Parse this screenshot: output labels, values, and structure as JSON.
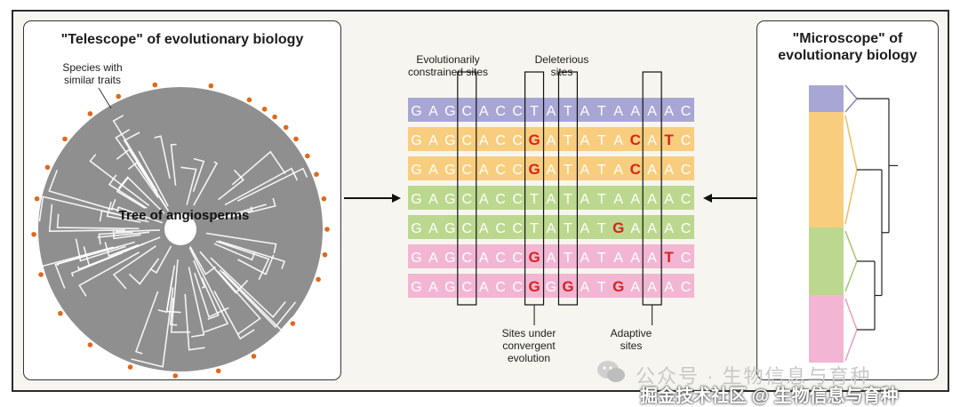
{
  "telescope": {
    "title": "\"Telescope\" of evolutionary biology",
    "species_label_1": "Species with",
    "species_label_2": "similar traits",
    "tree_label": "Tree of angiosperms"
  },
  "microscope": {
    "title_1": "\"Microscope\" of",
    "title_2": "evolutionary biology"
  },
  "alignment": {
    "sequences": [
      {
        "bases": "GAGCACCTATATAAAAC",
        "color": "#a8a6d4",
        "highlights": []
      },
      {
        "bases": "GAGCACCGATATACATC",
        "color": "#f9cd7e",
        "highlights": [
          7,
          13,
          15
        ]
      },
      {
        "bases": "GAGCACCGATATACAAC",
        "color": "#f9cd7e",
        "highlights": [
          7,
          13
        ]
      },
      {
        "bases": "GAGCACCTATATAAAAC",
        "color": "#bcd88f",
        "highlights": []
      },
      {
        "bases": "GAGCACCTATATGAAAC",
        "color": "#bcd88f",
        "highlights": [
          12
        ]
      },
      {
        "bases": "GAGCACCGATATAAATC",
        "color": "#f2b6d3",
        "highlights": [
          7,
          15
        ]
      },
      {
        "bases": "GAGCACCGGGATGAAAC",
        "color": "#f2b6d3",
        "highlights": [
          7,
          9,
          12
        ]
      }
    ],
    "highlight_color": "#d7231e",
    "top_labels": {
      "constrained_1": "Evolutionarily",
      "constrained_2": "constrained sites",
      "deleterious_1": "Deleterious",
      "deleterious_2": "sites"
    },
    "bottom_labels": {
      "convergent_1": "Sites under",
      "convergent_2": "convergent",
      "convergent_3": "evolution",
      "adaptive_1": "Adaptive",
      "adaptive_2": "sites"
    }
  },
  "colors": {
    "tree_gray": "#8f8f8f",
    "tip_orange": "#e0691c",
    "purple": "#a8a6d4",
    "orange": "#f9cd7e",
    "green": "#bcd88f",
    "pink": "#f2b6d3"
  },
  "watermark": {
    "line1": "公众号 · 生物信息与育种",
    "line2": "掘金技术社区 @ 生物信息与育种"
  }
}
